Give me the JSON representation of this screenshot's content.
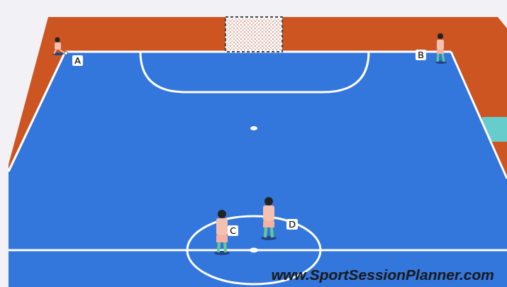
{
  "diagram": {
    "labels": [
      "A",
      "B",
      "C",
      "D",
      "www.SportSessionPlanner.com"
    ]
  }
}
